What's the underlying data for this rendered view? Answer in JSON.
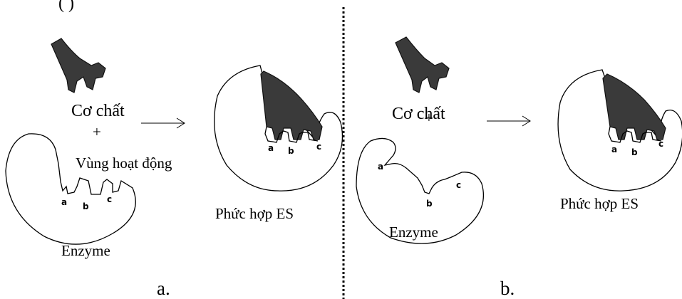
{
  "header": {
    "top_fragment": "(                )"
  },
  "panel_a": {
    "substrate_label": "Cơ chất",
    "plus": "+",
    "active_site_label": "Vùng hoạt động",
    "enzyme_label": "Enzyme",
    "site_letters": [
      "a",
      "b",
      "c"
    ],
    "complex_letters": [
      "a",
      "b",
      "c"
    ],
    "complex_label": "Phức hợp ES",
    "caption": "a."
  },
  "panel_b": {
    "substrate_label": "Cơ chất",
    "plus": "+",
    "enzyme_label": "Enzyme",
    "site_letters": [
      "a",
      "b",
      "c"
    ],
    "complex_letters": [
      "a",
      "b",
      "c"
    ],
    "complex_label": "Phức hợp ES",
    "caption": "b."
  },
  "colors": {
    "substrate_fill": "#3a3a3a",
    "divider": "#000000"
  }
}
